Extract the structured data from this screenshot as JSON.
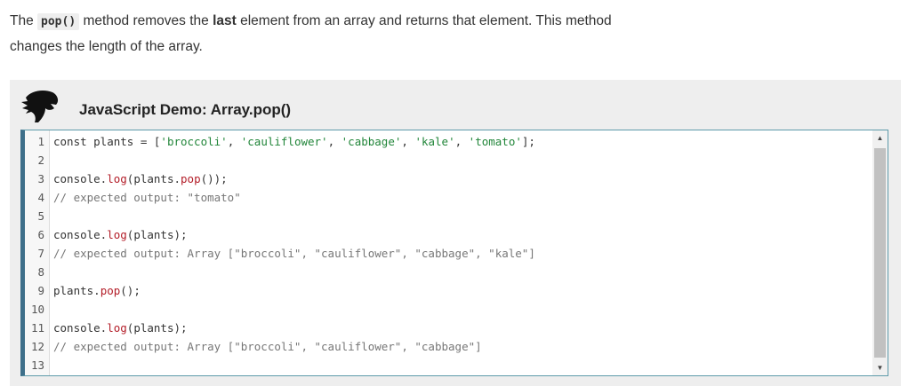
{
  "intro": {
    "prefix": "The ",
    "method": "pop()",
    "middle": " method removes the ",
    "bold": "last",
    "suffix": " element from an array and returns that element. This method changes the length of the array."
  },
  "demo": {
    "title": "JavaScript Demo: Array.pop()",
    "logo_icon": "dinosaur-logo-icon",
    "colors": {
      "string": "#22863a",
      "function": "#b31d28",
      "comment": "#777777",
      "border": "#3e6f8a"
    },
    "lines": [
      {
        "n": "1",
        "parts": [
          {
            "t": "const plants = ["
          },
          {
            "t": "'broccoli'",
            "c": "str"
          },
          {
            "t": ", "
          },
          {
            "t": "'cauliflower'",
            "c": "str"
          },
          {
            "t": ", "
          },
          {
            "t": "'cabbage'",
            "c": "str"
          },
          {
            "t": ", "
          },
          {
            "t": "'kale'",
            "c": "str"
          },
          {
            "t": ", "
          },
          {
            "t": "'tomato'",
            "c": "str"
          },
          {
            "t": "];"
          }
        ]
      },
      {
        "n": "2",
        "parts": []
      },
      {
        "n": "3",
        "parts": [
          {
            "t": "console."
          },
          {
            "t": "log",
            "c": "fn"
          },
          {
            "t": "(plants."
          },
          {
            "t": "pop",
            "c": "fn"
          },
          {
            "t": "());"
          }
        ]
      },
      {
        "n": "4",
        "parts": [
          {
            "t": "// expected output: \"tomato\"",
            "c": "cmt"
          }
        ]
      },
      {
        "n": "5",
        "parts": []
      },
      {
        "n": "6",
        "parts": [
          {
            "t": "console."
          },
          {
            "t": "log",
            "c": "fn"
          },
          {
            "t": "(plants);"
          }
        ]
      },
      {
        "n": "7",
        "parts": [
          {
            "t": "// expected output: Array [\"broccoli\", \"cauliflower\", \"cabbage\", \"kale\"]",
            "c": "cmt"
          }
        ]
      },
      {
        "n": "8",
        "parts": []
      },
      {
        "n": "9",
        "parts": [
          {
            "t": "plants."
          },
          {
            "t": "pop",
            "c": "fn"
          },
          {
            "t": "();"
          }
        ]
      },
      {
        "n": "10",
        "parts": []
      },
      {
        "n": "11",
        "parts": [
          {
            "t": "console."
          },
          {
            "t": "log",
            "c": "fn"
          },
          {
            "t": "(plants);"
          }
        ]
      },
      {
        "n": "12",
        "parts": [
          {
            "t": "// expected output: Array [\"broccoli\", \"cauliflower\", \"cabbage\"]",
            "c": "cmt"
          }
        ]
      },
      {
        "n": "13",
        "parts": []
      }
    ],
    "scrollbar": {
      "up_glyph": "▲",
      "down_glyph": "▼"
    }
  }
}
